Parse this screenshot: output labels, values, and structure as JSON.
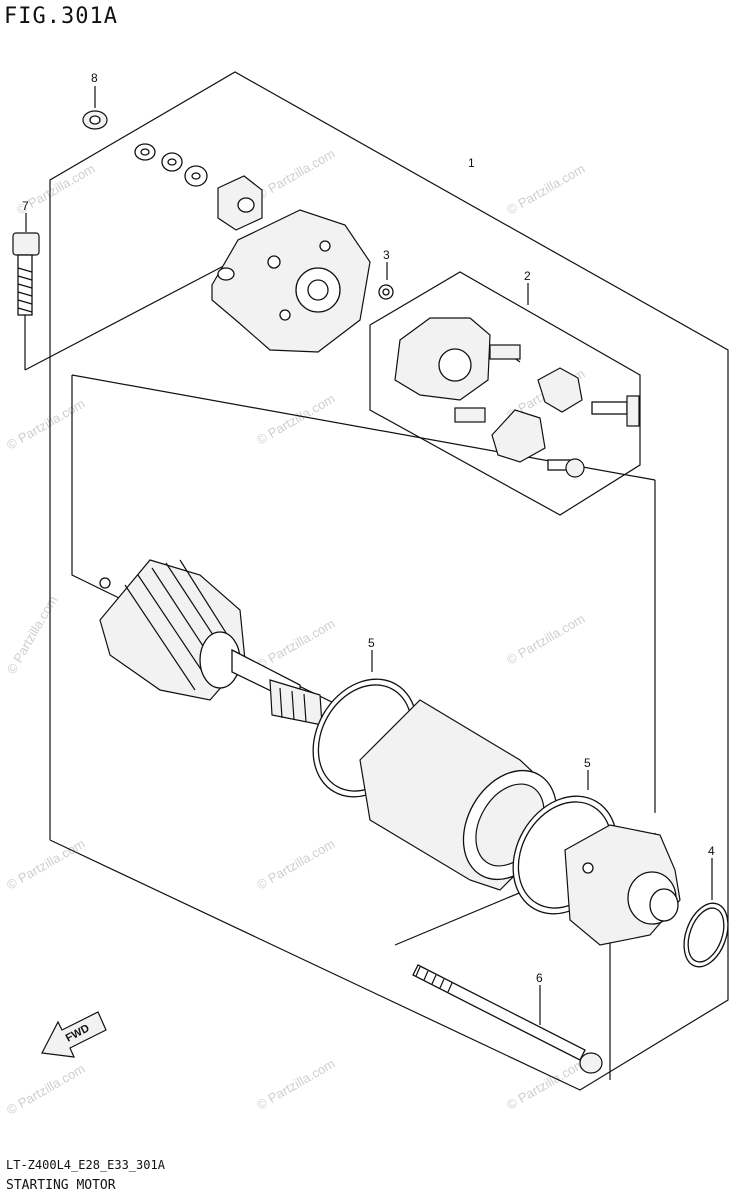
{
  "figure": {
    "title": "FIG.301A",
    "code": "LT-Z400L4_E28_E33_301A",
    "caption": "STARTING MOTOR"
  },
  "callouts": [
    "1",
    "2",
    "3",
    "4",
    "5",
    "5",
    "6",
    "7",
    "8"
  ],
  "fwd_label": "FWD",
  "watermark": "© Partzilla.com"
}
